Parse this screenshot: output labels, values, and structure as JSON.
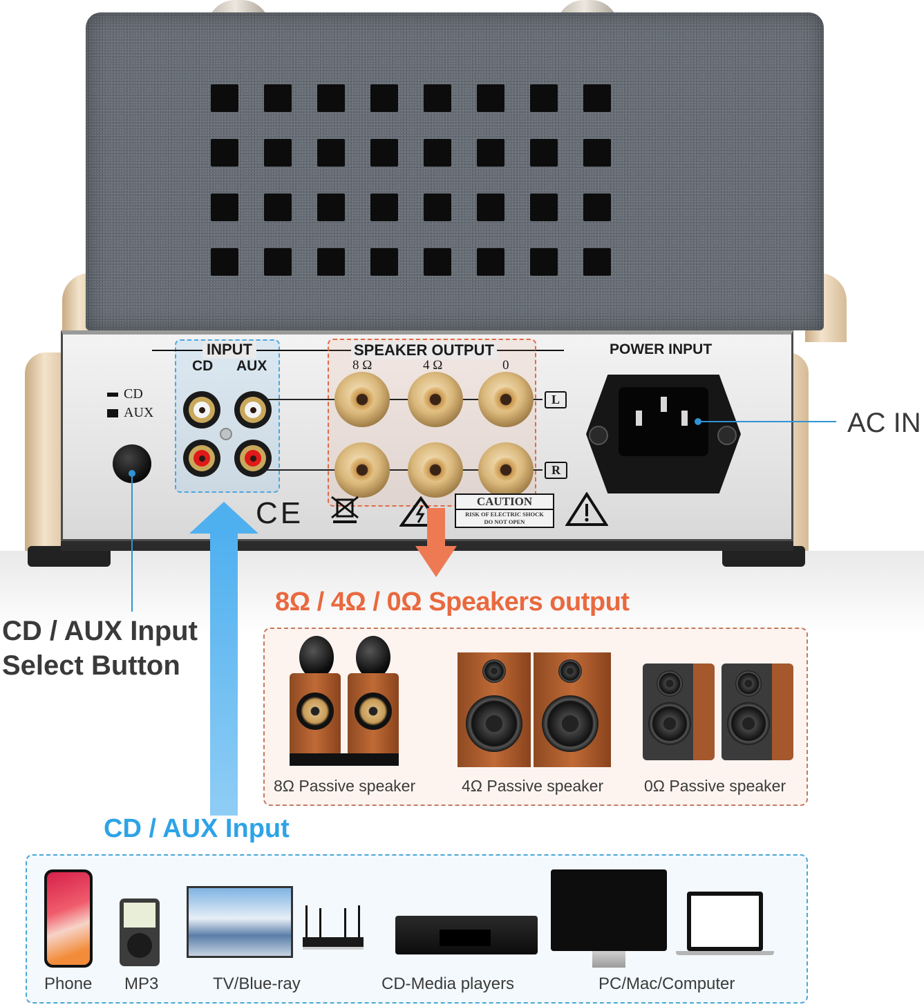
{
  "panel": {
    "input_group": {
      "title": "INPUT",
      "left_label": "CD",
      "right_label": "AUX"
    },
    "selector_legend": {
      "top": "CD",
      "bottom": "AUX"
    },
    "speaker_group": {
      "title": "SPEAKER OUTPUT",
      "taps": [
        "8 Ω",
        "4 Ω",
        "0"
      ],
      "channels": [
        "L",
        "R"
      ]
    },
    "power_group": {
      "title": "POWER INPUT"
    },
    "warning": {
      "title": "CAUTION",
      "line1": "RISK OF ELECTRIC SHOCK",
      "line2": "DO NOT OPEN"
    },
    "ce_mark": "CE"
  },
  "callouts": {
    "ac_in": "AC IN",
    "select_button_line1": "CD / AUX Input",
    "select_button_line2": "Select Button"
  },
  "speakers_section": {
    "heading": "8Ω / 4Ω / 0Ω Speakers output",
    "items": [
      {
        "label": "8Ω Passive speaker"
      },
      {
        "label": "4Ω Passive speaker"
      },
      {
        "label": "0Ω Passive speaker"
      }
    ]
  },
  "inputs_section": {
    "heading": "CD / AUX Input",
    "devices": [
      {
        "label": "Phone"
      },
      {
        "label": "MP3"
      },
      {
        "label": "TV/Blue-ray"
      },
      {
        "label": "CD-Media players"
      },
      {
        "label": "PC/Mac/Computer"
      }
    ]
  },
  "colors": {
    "accent_blue": "#2ea3e6",
    "accent_orange": "#e9693f",
    "chassis_gray": "#666c74",
    "gold": "#d9b77a"
  }
}
